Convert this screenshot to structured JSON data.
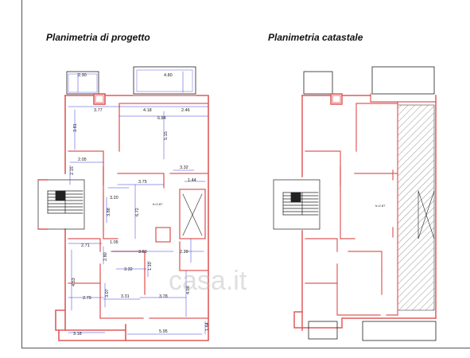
{
  "titles": {
    "left": "Planimetria di progetto",
    "right": "Planimetria catastale"
  },
  "watermark": "casa.it",
  "dimensions": {
    "d230": "2.30",
    "d480": "4.80",
    "d377": "3.77",
    "d418": "4.18",
    "d246": "2.46",
    "d684": "6.84",
    "d381": "3.81",
    "d515": "5.15",
    "d205": "2.05",
    "d215": "2.15",
    "d332a": "3.32",
    "d144": "1.44",
    "d375": "3.75",
    "d320": "3.20",
    "d388": "3.88",
    "d672": "6.72",
    "d271": "2.71",
    "d105": "1.05",
    "d280": "2.80",
    "d383": "3.83",
    "d229": "2.29",
    "d332b": "3.32",
    "d110": "1.10",
    "d453": "4.53",
    "d307": "3.07",
    "d279": "2.79",
    "d331": "3.31",
    "d378": "3.78",
    "d408": "4.08",
    "d318": "3.18",
    "d595": "5.95",
    "d164": "1.64"
  },
  "colors": {
    "wall": "#e05a5a",
    "dimension": "#3a3ad8",
    "dark": "#222222",
    "hatch": "#555555"
  }
}
